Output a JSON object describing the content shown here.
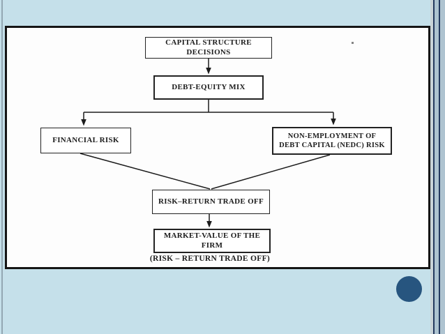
{
  "slide": {
    "theme": {
      "background": "#c5e0ea",
      "left_pinstripe": "#93a7b2",
      "right_band": "#aec3d0",
      "right_pinstripe": "#24385e",
      "right_pale_stripe": "#c9d3d8",
      "accent_circle": "#27557f",
      "frame_border": "#151515",
      "frame_background": "#fdfdfd",
      "ink": "#1c1c1c"
    }
  },
  "diagram": {
    "nodes": [
      {
        "id": "capital-structure",
        "label": "CAPITAL STRUCTURE DECISIONS"
      },
      {
        "id": "debt-equity-mix",
        "label": "DEBT-EQUITY MIX"
      },
      {
        "id": "financial-risk",
        "label": "FINANCIAL RISK"
      },
      {
        "id": "nedc-risk",
        "label": "NON-EMPLOYMENT OF DEBT CAPITAL (NEDC) RISK"
      },
      {
        "id": "risk-return-trade-off",
        "label": "RISK–RETURN TRADE OFF"
      },
      {
        "id": "market-value-of-firm",
        "label": "MARKET-VALUE OF THE FIRM"
      }
    ],
    "caption": "(RISK – RETURN TRADE OFF)",
    "edges": [
      "capital-structure → debt-equity-mix",
      "debt-equity-mix → financial-risk",
      "debt-equity-mix → nedc-risk",
      "financial-risk → risk-return-trade-off",
      "nedc-risk → risk-return-trade-off",
      "risk-return-trade-off → market-value-of-firm"
    ]
  }
}
